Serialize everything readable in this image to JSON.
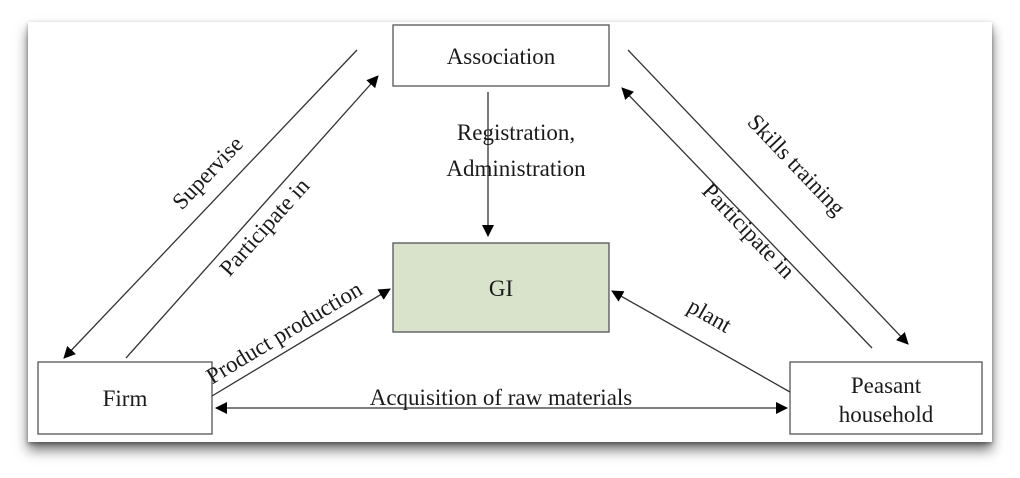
{
  "colors": {
    "gi_fill": "#d9e2cb",
    "box_fill": "#ffffff",
    "line": "#333333"
  },
  "nodes": {
    "association": "Association",
    "gi": "GI",
    "firm": "Firm",
    "peasant_line1": "Peasant",
    "peasant_line2": "household"
  },
  "edges": {
    "registration_line1": "Registration,",
    "registration_line2": "Administration",
    "supervise": "Supervise",
    "participate_in_left": "Participate in",
    "skills_training": "Skills training",
    "participate_in_right": "Participate in",
    "product_production": "Product production",
    "plant": "plant",
    "acquisition": "Acquisition of raw materials"
  }
}
